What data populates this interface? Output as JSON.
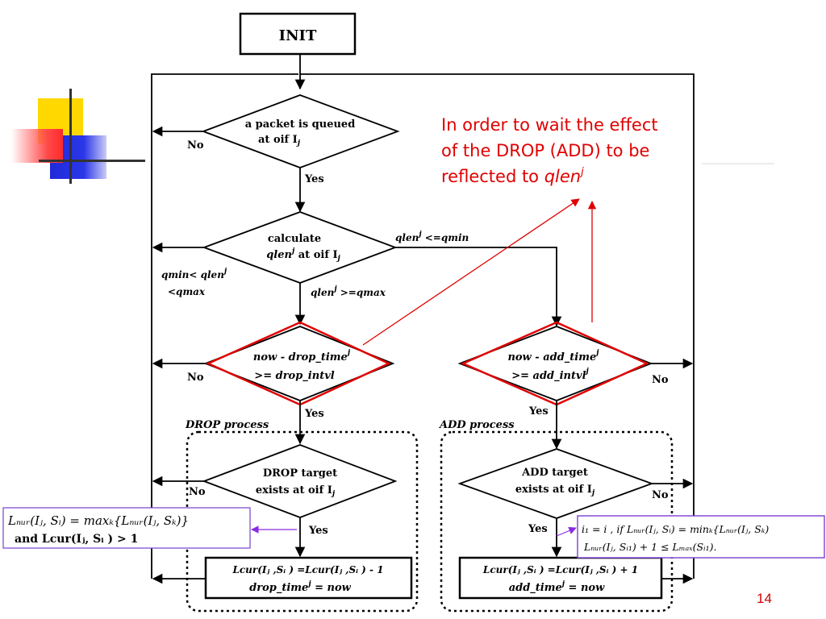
{
  "flowchart": {
    "init": "INIT",
    "queued": {
      "line1": "a packet is queued",
      "line2": "at oif I",
      "sub": "j"
    },
    "calc": {
      "line1": "calculate",
      "line2a": "qlen",
      "line2sup": "j",
      "line2b": " at oif I",
      "line2sub": "j"
    },
    "drop_cond": {
      "line1a": "now - drop_time",
      "line1sup": "j",
      "line2": ">= drop_intvl"
    },
    "add_cond": {
      "line1a": "now - add_time",
      "line1sup": "j",
      "line2a": ">= add_intvl",
      "line2sup": "j"
    },
    "drop_target": {
      "line1": "DROP target",
      "line2": "exists at oif I",
      "sub": "j"
    },
    "add_target": {
      "line1": "ADD target",
      "line2": "exists at oif I",
      "sub": "j"
    },
    "drop_action": {
      "line1": "Lcur(Iⱼ ,Sᵢ ) =Lcur(Iⱼ ,Sᵢ ) - 1",
      "line2a": "drop_time",
      "line2sup": "j",
      "line2b": " = now"
    },
    "add_action": {
      "line1": "Lcur(Iⱼ ,Sᵢ ) =Lcur(Iⱼ ,Sᵢ ) + 1",
      "line2a": "add_time",
      "line2sup": "j",
      "line2b": " = now"
    },
    "drop_process": "DROP process",
    "add_process": "ADD process",
    "labels": {
      "no": "No",
      "yes": "Yes",
      "qmin_low_a": "qlen",
      "qmin_low_sup": "j",
      "qmin_low_b": " <=qmin",
      "qmid1": "qmin< qlen",
      "qmid_sup": "j",
      "qmid2": "<qmax",
      "qmax_a": "qlen",
      "qmax_sup": "j",
      "qmax_b": " >=qmax"
    }
  },
  "annotation": {
    "line1": "In order to wait the effect",
    "line2": "of the DROP (ADD) to be",
    "line3a": "reflected to ",
    "line3b": "qlen",
    "line3sup": "j",
    "color": "#e00000"
  },
  "formula_left": {
    "line1": "Lₙᵤᵣ(Iⱼ, Sᵢ) = maxₖ{Lₙᵤᵣ(Iⱼ, Sₖ)}",
    "line2": "and Lcur(Iⱼ, Sᵢ ) > 1"
  },
  "formula_right": {
    "line1": "i₁ = i ,  if  Lₙᵤᵣ(Iⱼ, Sᵢ) = minₖ{Lₙᵤᵣ(Iⱼ, Sₖ)",
    "line2": "Lₙᵤᵣ(Iⱼ, Sᵢ₁) + 1 ≤ Lₘₐₓ(Sᵢ₁)."
  },
  "page_number": "14"
}
